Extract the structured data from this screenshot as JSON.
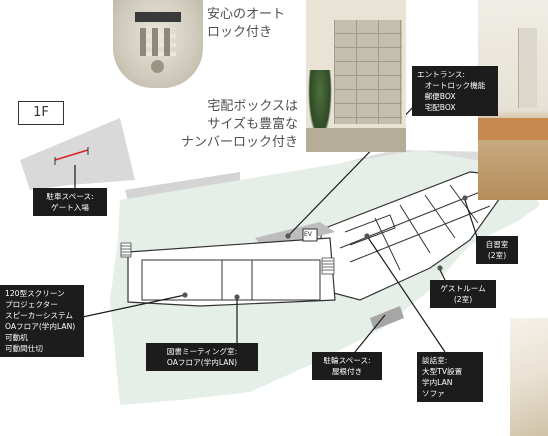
{
  "floor_label": "1F",
  "captions": {
    "lock": "安心のオート\nロック付き",
    "delivery_box": "宅配ボックスは\nサイズも豊富な\nナンバーロック付き"
  },
  "labels": {
    "entrance": "エントランス:\n　オートロック機能\n　郵便BOX\n　宅配BOX",
    "parking": "駐車スペース:\nゲート入場",
    "jishushitsu": "自習室\n(2室)",
    "guest_room": "ゲストルーム\n(2室)",
    "bike_parking": "駐輪スペース:\n屋根付き",
    "lounge": "談話室:\n大型TV設置\n学内LAN\nソファ",
    "meeting_room": "図書ミーティング室:\nOAフロア(学内LAN)",
    "theater": "120型スクリーン\nプロジェクター\nスピーカーシステム\nOAフロア(学内LAN)\n可動机\n可動間仕切",
    "ev": "EV"
  },
  "colors": {
    "label_bg": "#1c1c1c",
    "wall_gray": "#d6d6d6",
    "ground_green": "#e6efe9",
    "leader": "#1a1a1a"
  }
}
